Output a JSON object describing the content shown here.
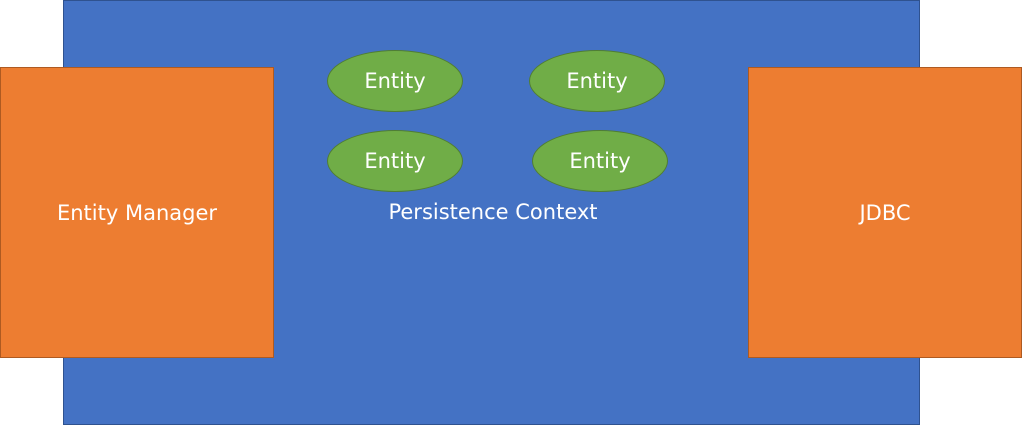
{
  "diagram": {
    "context_label": "Persistence Context",
    "left_block": "Entity Manager",
    "right_block": "JDBC",
    "entities": [
      "Entity",
      "Entity",
      "Entity",
      "Entity"
    ]
  },
  "colors": {
    "context_fill": "#4472c4",
    "block_fill": "#ed7d31",
    "entity_fill": "#70ad47",
    "text": "#ffffff"
  }
}
